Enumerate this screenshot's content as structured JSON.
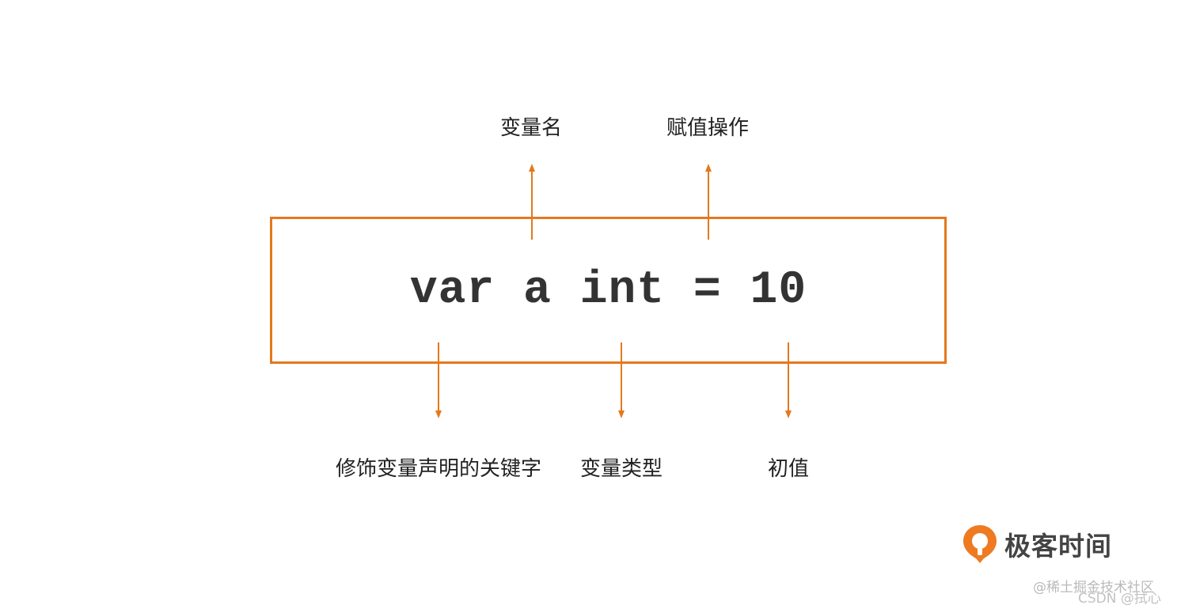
{
  "diagram": {
    "code": "var a int = 10",
    "labels": {
      "variable_name": "变量名",
      "assignment": "赋值操作",
      "keyword": "修饰变量声明的关键字",
      "variable_type": "变量类型",
      "initial_value": "初值"
    },
    "accent_color": "#e3791d"
  },
  "branding": {
    "logo_text": "极客时间",
    "watermark_line1": "@稀土掘金技术社区",
    "watermark_line2": "CSDN @拭心"
  }
}
